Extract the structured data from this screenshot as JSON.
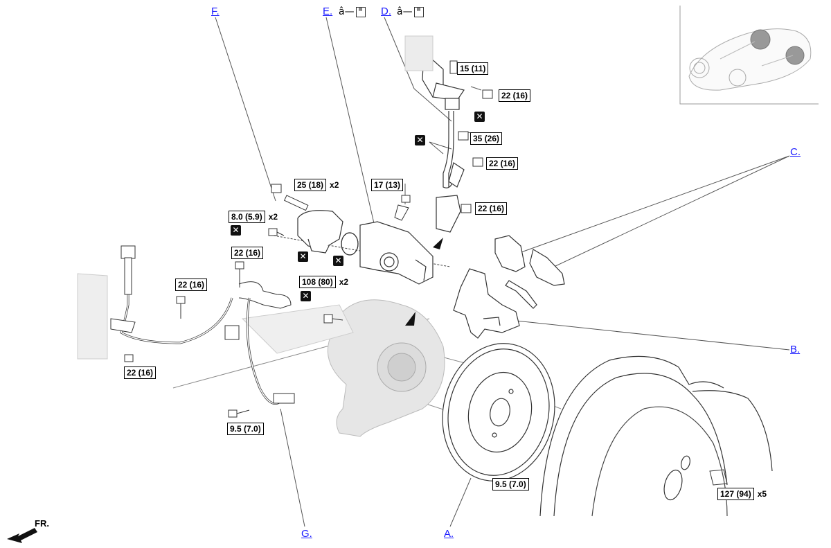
{
  "callouts": {
    "A": "A.",
    "B": "B.",
    "C": "C.",
    "D": "D.",
    "E": "E.",
    "F": "F.",
    "G": "G."
  },
  "ref_symbol": "â—",
  "torque_labels": [
    {
      "id": "t1",
      "value": "15 (11)",
      "mult": ""
    },
    {
      "id": "t2",
      "value": "22 (16)",
      "mult": ""
    },
    {
      "id": "t3",
      "value": "35 (26)",
      "mult": ""
    },
    {
      "id": "t4",
      "value": "22 (16)",
      "mult": ""
    },
    {
      "id": "t5",
      "value": "22 (16)",
      "mult": ""
    },
    {
      "id": "t6",
      "value": "25 (18)",
      "mult": "x2"
    },
    {
      "id": "t7",
      "value": "17 (13)",
      "mult": ""
    },
    {
      "id": "t8",
      "value": "8.0 (5.9)",
      "mult": "x2"
    },
    {
      "id": "t9",
      "value": "22 (16)",
      "mult": ""
    },
    {
      "id": "t10",
      "value": "22 (16)",
      "mult": ""
    },
    {
      "id": "t11",
      "value": "108 (80)",
      "mult": "x2"
    },
    {
      "id": "t12",
      "value": "22 (16)",
      "mult": ""
    },
    {
      "id": "t13",
      "value": "9.5 (7.0)",
      "mult": ""
    },
    {
      "id": "t14",
      "value": "9.5 (7.0)",
      "mult": ""
    },
    {
      "id": "t15",
      "value": "127 (94)",
      "mult": "x5"
    }
  ],
  "front_label": "FR.",
  "replace_mark": "✕"
}
